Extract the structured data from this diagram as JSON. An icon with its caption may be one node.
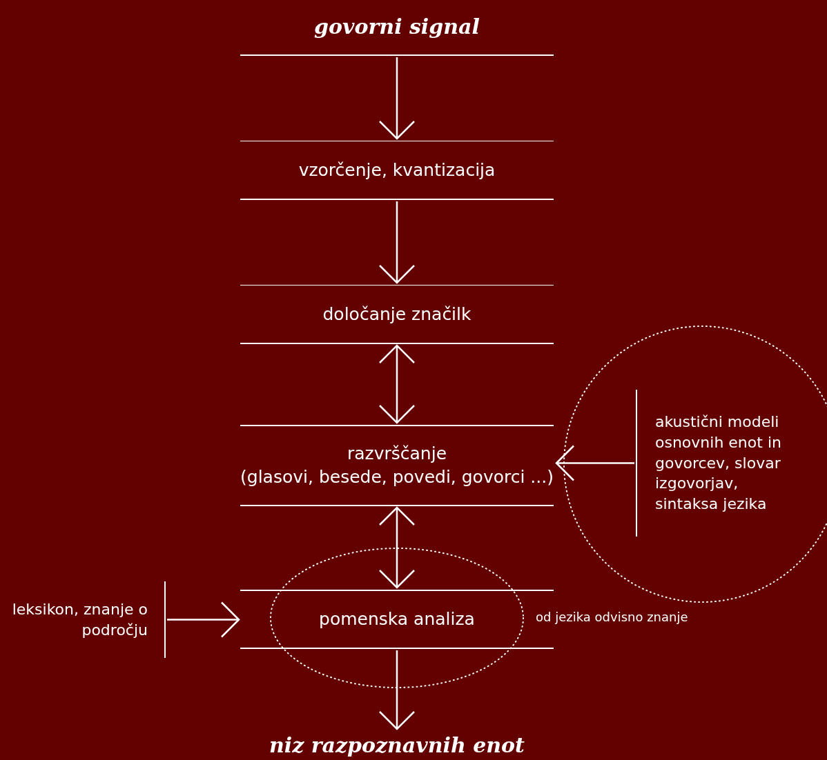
{
  "diagram": {
    "nodes": [
      {
        "text": [
          "govorni signal"
        ]
      },
      {
        "text": [
          "vzorčenje, kvantizacija"
        ]
      },
      {
        "text": [
          "določanje značilk"
        ]
      },
      {
        "text": [
          "razvrščanje",
          "(glasovi, besede, povedi, govorci ...)"
        ]
      },
      {
        "text": [
          "pomenska analiza"
        ]
      },
      {
        "text": [
          "niz razpoznavnih enot"
        ]
      },
      {
        "text": [
          "akustični modeli osnovnih enot in govorcev, slovar izgovorjav, sintaksa jezika"
        ]
      },
      {
        "text": [
          "leksikon, znanje o področju"
        ]
      }
    ],
    "edges": [
      {
        "from": 0,
        "to": 1,
        "arrow": "to"
      },
      {
        "from": 1,
        "to": 2,
        "arrow": "to"
      },
      {
        "from": 2,
        "to": 3,
        "arrow": "both"
      },
      {
        "from": 3,
        "to": 4,
        "arrow": "both"
      },
      {
        "from": 4,
        "to": 5,
        "arrow": "to"
      },
      {
        "from": 6,
        "to": 3,
        "arrow": "to"
      },
      {
        "from": 7,
        "to": 4,
        "arrow": "to"
      }
    ],
    "labels": [
      "od jezika odvisno znanje"
    ]
  }
}
